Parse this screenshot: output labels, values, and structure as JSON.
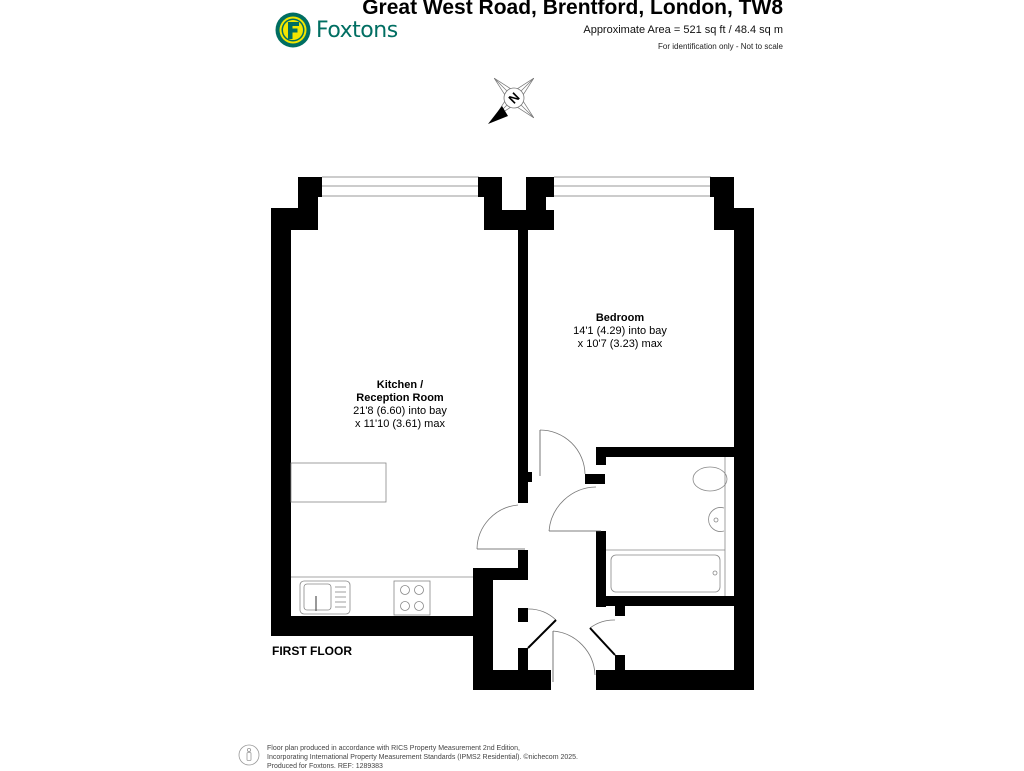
{
  "header": {
    "brand": "Foxtons",
    "brand_badge_letter": "F",
    "brand_color": "#006e62",
    "badge_accent": "#f2e600",
    "title": "Great West Road, Brentford, London, TW8",
    "area": "Approximate Area = 521 sq ft / 48.4 sq m",
    "note": "For identification only - Not to scale"
  },
  "compass": {
    "icon": "north-compass-icon",
    "letter": "N"
  },
  "rooms": [
    {
      "name_line1": "Kitchen /",
      "name_line2": "Reception Room",
      "dim1": "21'8 (6.60) into bay",
      "dim2": "x 11'10 (3.61) max"
    },
    {
      "name": "Bedroom",
      "dim1": "14'1 (4.29) into bay",
      "dim2": "x 10'7 (3.23) max"
    }
  ],
  "floor_label": "FIRST FLOOR",
  "footer": {
    "line1": "Floor plan produced in accordance with RICS Property Measurement 2nd Edition,",
    "line2": "Incorporating International Property Measurement Standards (IPMS2 Residential).  ©nichecom 2025.",
    "line3": "Produced for Foxtons.   REF: 1289383"
  }
}
